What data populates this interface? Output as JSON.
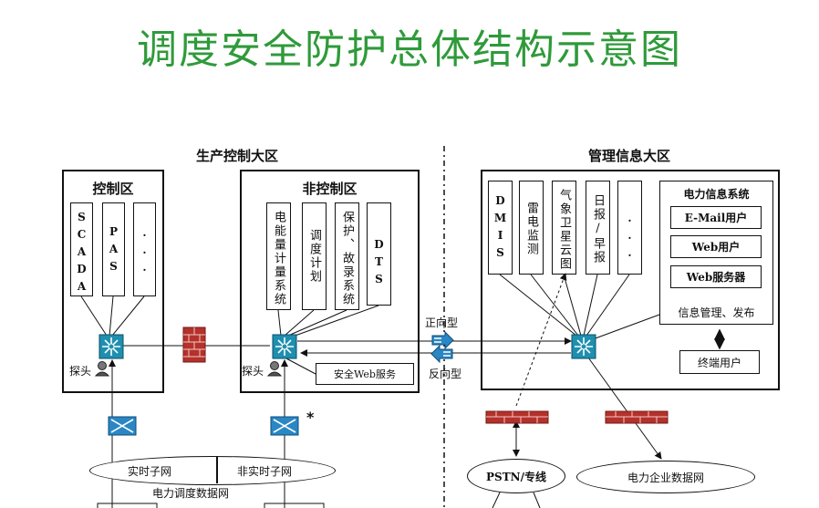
{
  "title": "调度安全防护总体结构示意图",
  "headers": {
    "production": "生产控制大区",
    "management": "管理信息大区"
  },
  "control_zone": {
    "title": "控制区",
    "apps": [
      "SCADA",
      "PAS",
      "···"
    ],
    "probe": "探头"
  },
  "noncontrol_zone": {
    "title": "非控制区",
    "apps": [
      "电能量计量系统",
      "调度计划",
      "保护、故录系统",
      "DTS"
    ],
    "probe": "探头",
    "web_service": "安全Web服务"
  },
  "management_zone": {
    "apps": [
      "DMIS",
      "雷电监测",
      "气象卫星云图",
      "日报/早报",
      "···"
    ],
    "power_info": {
      "title": "电力信息系统",
      "items": [
        "E-Mail用户",
        "Web用户",
        "Web服务器"
      ],
      "footer": "信息管理、发布"
    },
    "terminal_user": "终端用户"
  },
  "links": {
    "forward": "正向型",
    "reverse": "反向型",
    "star": "*"
  },
  "networks": {
    "realtime": "实时子网",
    "non_realtime": "非实时子网",
    "dispatch": "电力调度数据网",
    "pstn": "PSTN/专线",
    "enterprise": "电力企业数据网"
  },
  "colors": {
    "title_green": "#2f9a3a",
    "switch_teal": "#1f8fb0",
    "firewall_red": "#b5312b",
    "isolator_blue": "#2a87c4"
  }
}
